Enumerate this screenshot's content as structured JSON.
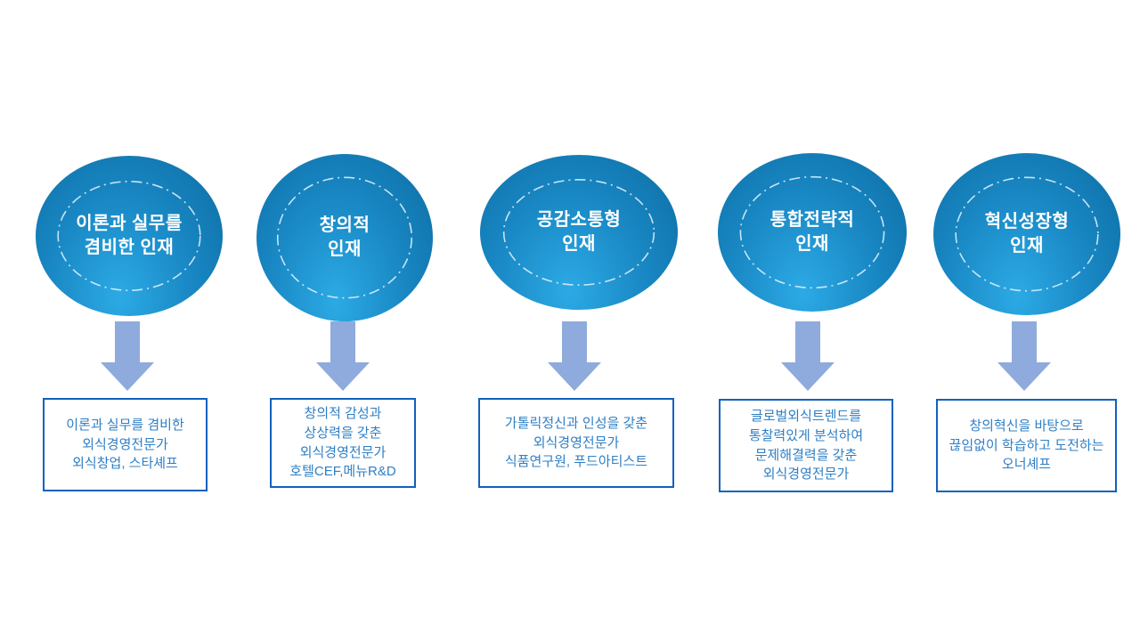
{
  "colors": {
    "slide_bg": "#ffffff",
    "ellipse_outer": "#0d6ca2",
    "ellipse_mid": "#1886c2",
    "ellipse_inner": "#2caae5",
    "ellipse_text": "#ffffff",
    "ring_stroke": "#d9eefb",
    "arrow_fill": "#8faadc",
    "box_border": "#1161bf",
    "box_text": "#2e7fc5"
  },
  "icons": {
    "arrow": "down-block-arrow",
    "ring": "dash-dot-ellipse-ring"
  },
  "columns": [
    {
      "ellipse": {
        "lines": [
          "이론과 실무를",
          "겸비한 인재"
        ]
      },
      "box": {
        "lines": [
          "이론과 실무를 겸비한",
          "외식경영전문가",
          "외식창업, 스타셰프"
        ]
      }
    },
    {
      "ellipse": {
        "lines": [
          "창의적",
          "인재"
        ]
      },
      "box": {
        "lines": [
          "창의적 감성과",
          "상상력을 갖춘",
          "외식경영전문가",
          "호텔CEF,메뉴R&D"
        ]
      }
    },
    {
      "ellipse": {
        "lines": [
          "공감소통형",
          "인재"
        ]
      },
      "box": {
        "lines": [
          "가톨릭정신과 인성을 갖춘",
          "외식경영전문가",
          "식품연구원, 푸드아티스트"
        ]
      }
    },
    {
      "ellipse": {
        "lines": [
          "통합전략적",
          "인재"
        ]
      },
      "box": {
        "lines": [
          "글로벌외식트렌드를",
          "통찰력있게 분석하여",
          "문제해결력을 갖춘",
          "외식경영전문가"
        ]
      }
    },
    {
      "ellipse": {
        "lines": [
          "창의혁신을 바탕으로",
          "끊임없이 학습하고 도전하는",
          "오너셰프"
        ]
      }
    }
  ],
  "column5_ellipse_lines": [
    "혁신성장형",
    "인재"
  ]
}
